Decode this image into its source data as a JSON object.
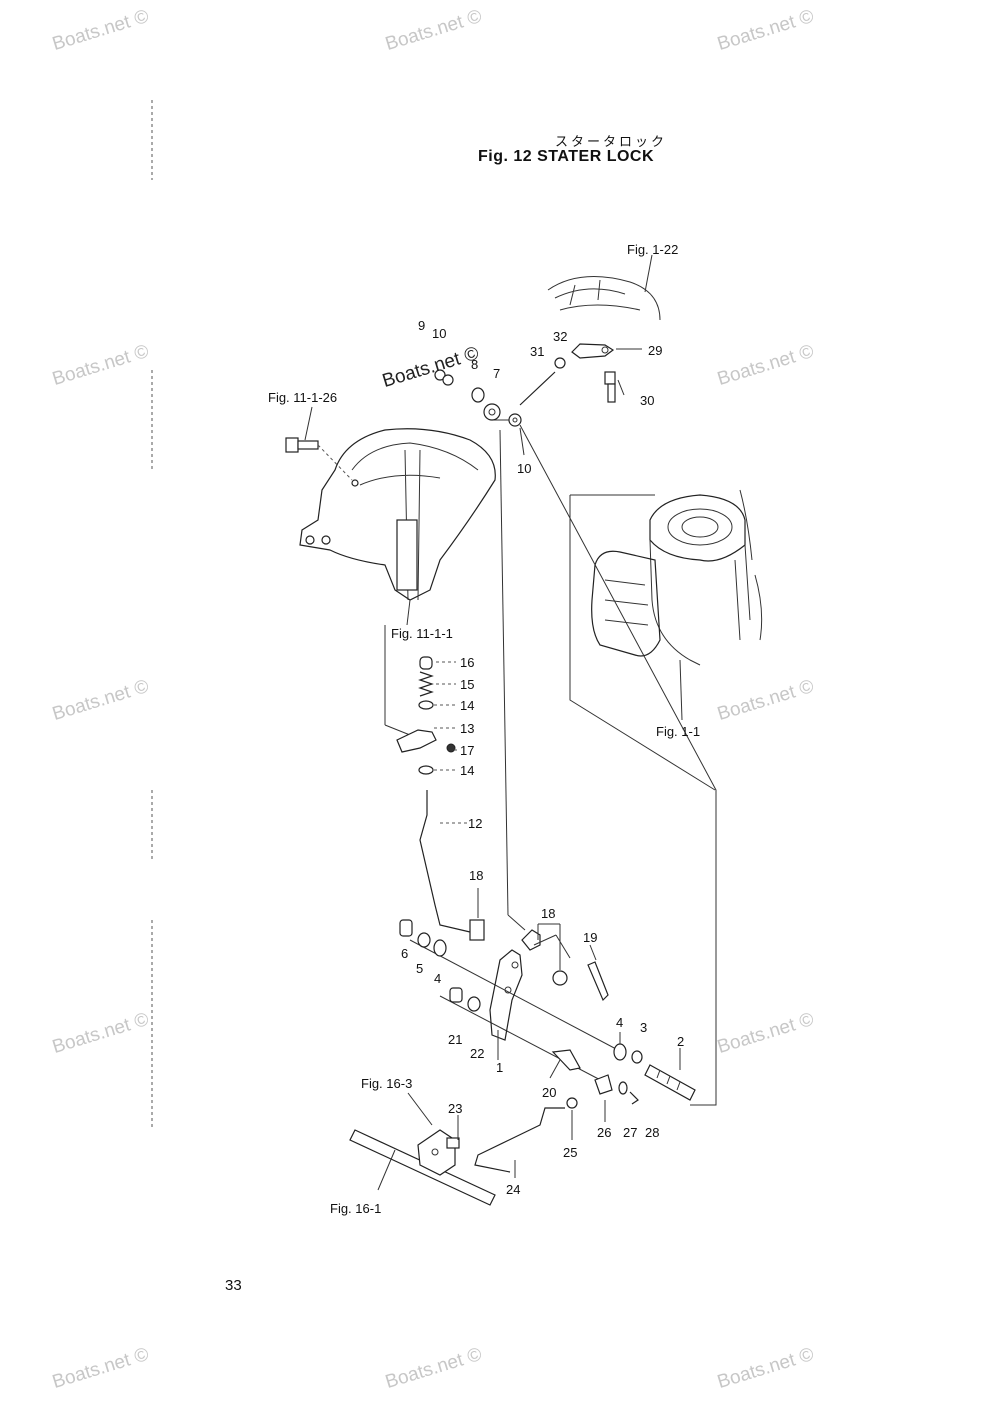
{
  "title": {
    "japanese": "スタータロック",
    "english": "Fig. 12    STATER LOCK"
  },
  "page_number": "33",
  "watermark": "Boats.net ©",
  "figure_refs": [
    "Fig. 1-22",
    "Fig. 11-1-26",
    "Fig. 11-1-1",
    "Fig. 1-1",
    "Fig. 16-3",
    "Fig. 16-1"
  ],
  "callouts": [
    "9",
    "10",
    "8",
    "7",
    "31",
    "32",
    "29",
    "30",
    "10",
    "16",
    "15",
    "14",
    "13",
    "17",
    "14",
    "12",
    "18",
    "18",
    "19",
    "6",
    "5",
    "4",
    "21",
    "22",
    "1",
    "4",
    "3",
    "2",
    "20",
    "23",
    "26",
    "27",
    "28",
    "25",
    "24"
  ]
}
